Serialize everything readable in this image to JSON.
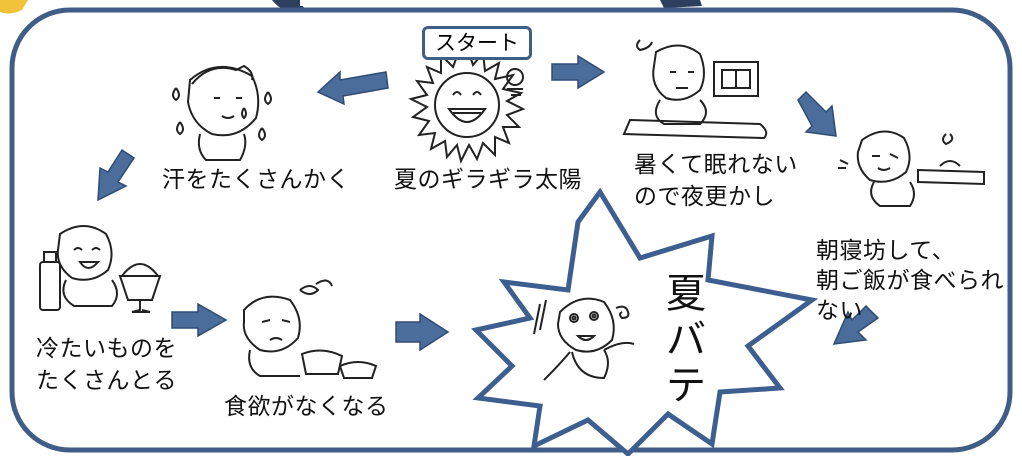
{
  "colors": {
    "frame": "#3f5d86",
    "arrow": "#4a6d9c",
    "star": "#3d5f8f",
    "sunburst": "#f2c23b"
  },
  "start_label": "スタート",
  "steps": {
    "sun": "夏のギラギラ太陽",
    "sweat": "汗をたくさんかく",
    "cold_food": [
      "冷たいものを",
      "たくさんとる"
    ],
    "appetite": "食欲がなくなる",
    "heat_night": [
      "暑くて眠れない",
      "ので夜更かし"
    ],
    "oversleep": [
      "朝寝坊して、",
      "朝ご飯が食べられ",
      "ない"
    ]
  },
  "result": [
    "夏",
    "バ",
    "テ"
  ]
}
